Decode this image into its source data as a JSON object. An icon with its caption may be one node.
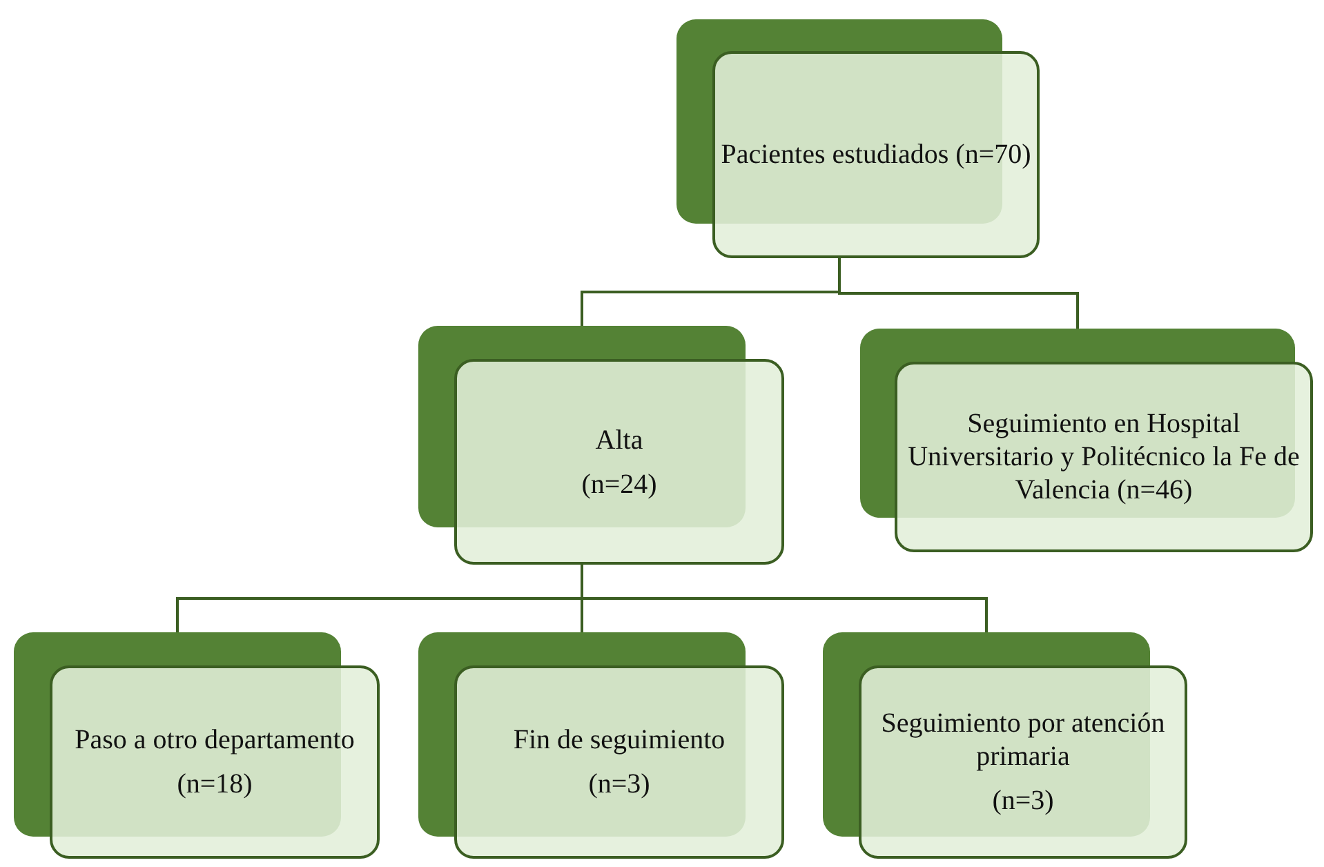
{
  "diagram": {
    "nodes": [
      {
        "text": [
          "Pacientes estudiados (n=70)"
        ]
      },
      {
        "text": [
          "Alta",
          "(n=24)"
        ]
      },
      {
        "text": [
          "Seguimiento en Hospital Universitario y Politécnico la Fe de Valencia (n=46)"
        ]
      },
      {
        "text": [
          "Paso a otro departamento",
          "(n=18)"
        ]
      },
      {
        "text": [
          "Fin de seguimiento",
          "(n=3)"
        ]
      },
      {
        "text": [
          "Seguimiento por atención primaria",
          "(n=3)"
        ]
      }
    ],
    "edges": [
      {
        "from": 0,
        "to": 1,
        "arrow": "none"
      },
      {
        "from": 0,
        "to": 2,
        "arrow": "none"
      },
      {
        "from": 1,
        "to": 3,
        "arrow": "none"
      },
      {
        "from": 1,
        "to": 4,
        "arrow": "none"
      },
      {
        "from": 1,
        "to": 5,
        "arrow": "none"
      }
    ]
  }
}
